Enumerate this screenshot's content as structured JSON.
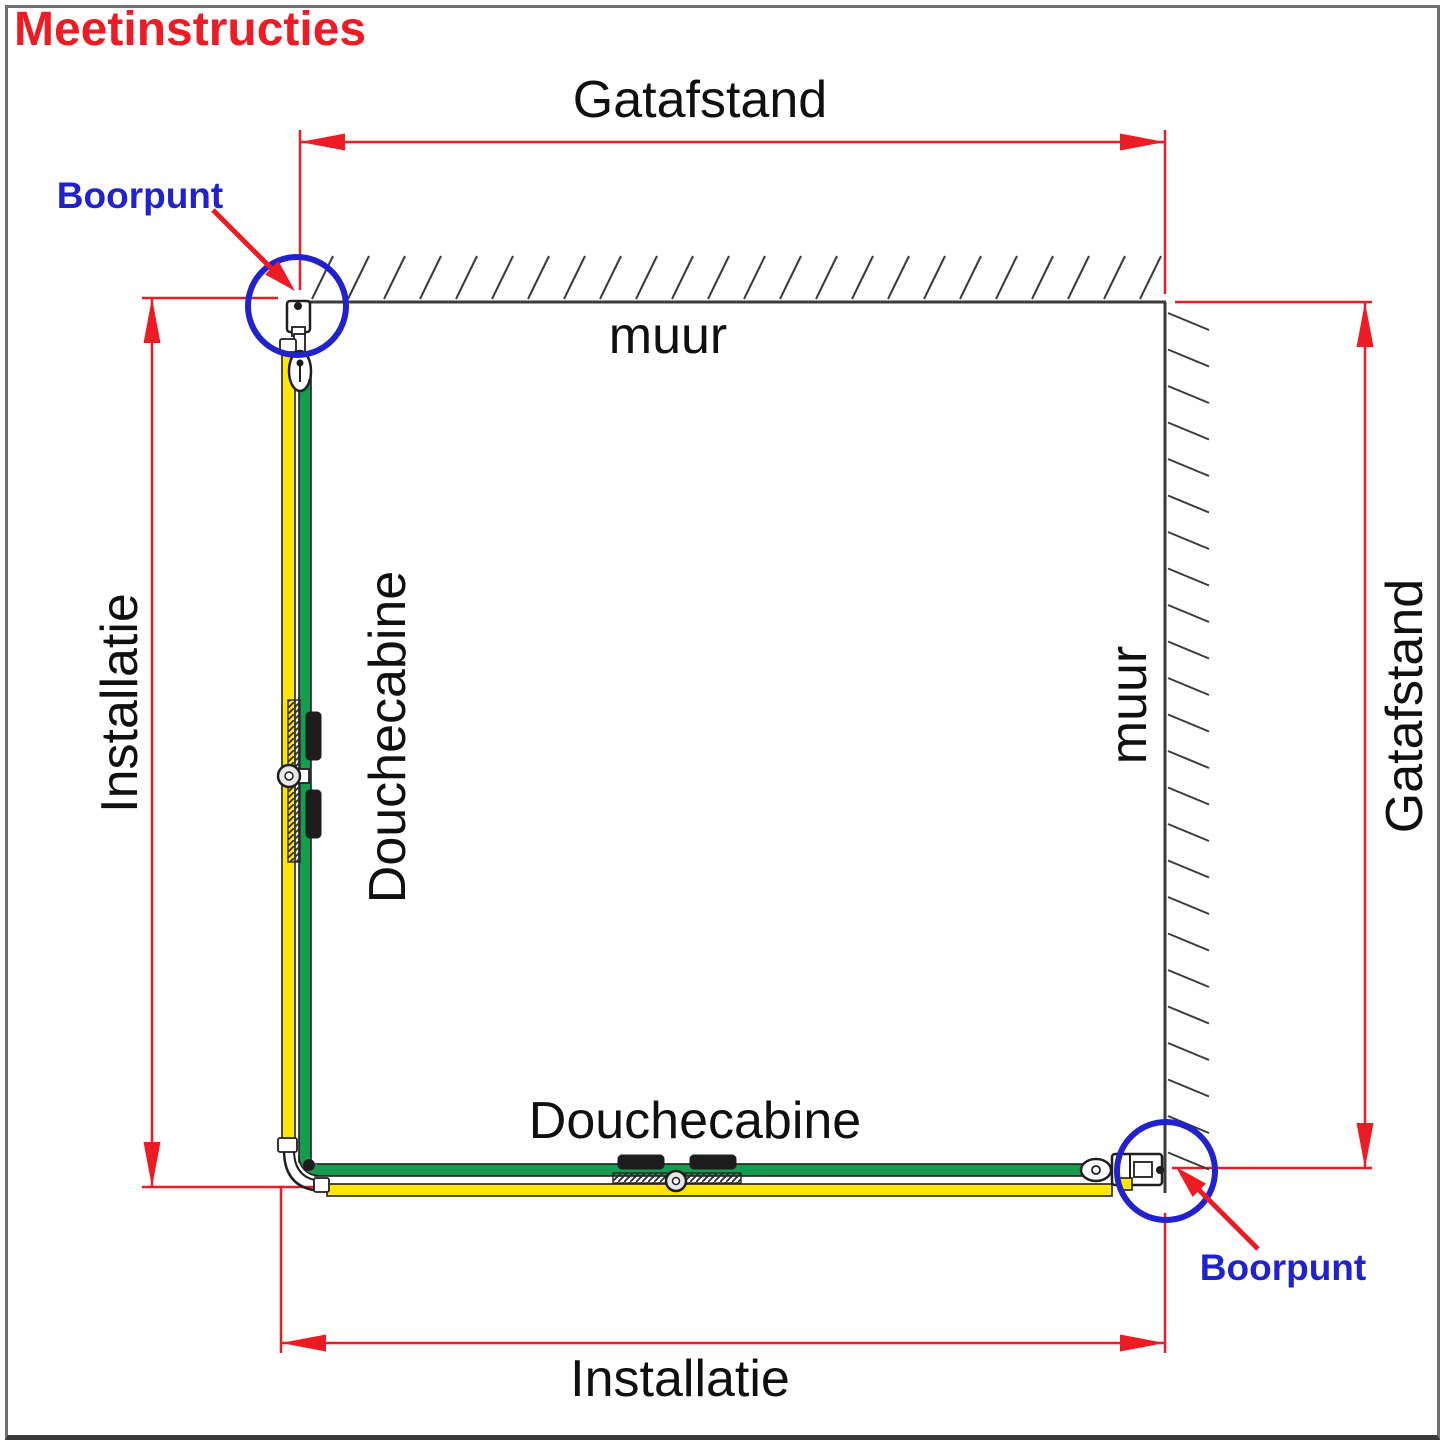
{
  "title": "Meetinstructies",
  "labels": {
    "gatafstand_top": "Gatafstand",
    "gatafstand_right": "Gatafstand",
    "muur_top": "muur",
    "muur_right": "muur",
    "installatie_left": "Installatie",
    "installatie_bottom": "Installatie",
    "douchecabine_left": "Douchecabine",
    "douchecabine_bottom": "Douchecabine",
    "boorpunt_top_left": "Boorpunt",
    "boorpunt_bottom_right": "Boorpunt"
  },
  "colors": {
    "dimension_red": "#ed1c24",
    "annotation_blue": "#2222cc",
    "cabin_green": "#169c4f",
    "cabin_yellow": "#ffe605",
    "wall_dark": "#3a3a3a"
  }
}
